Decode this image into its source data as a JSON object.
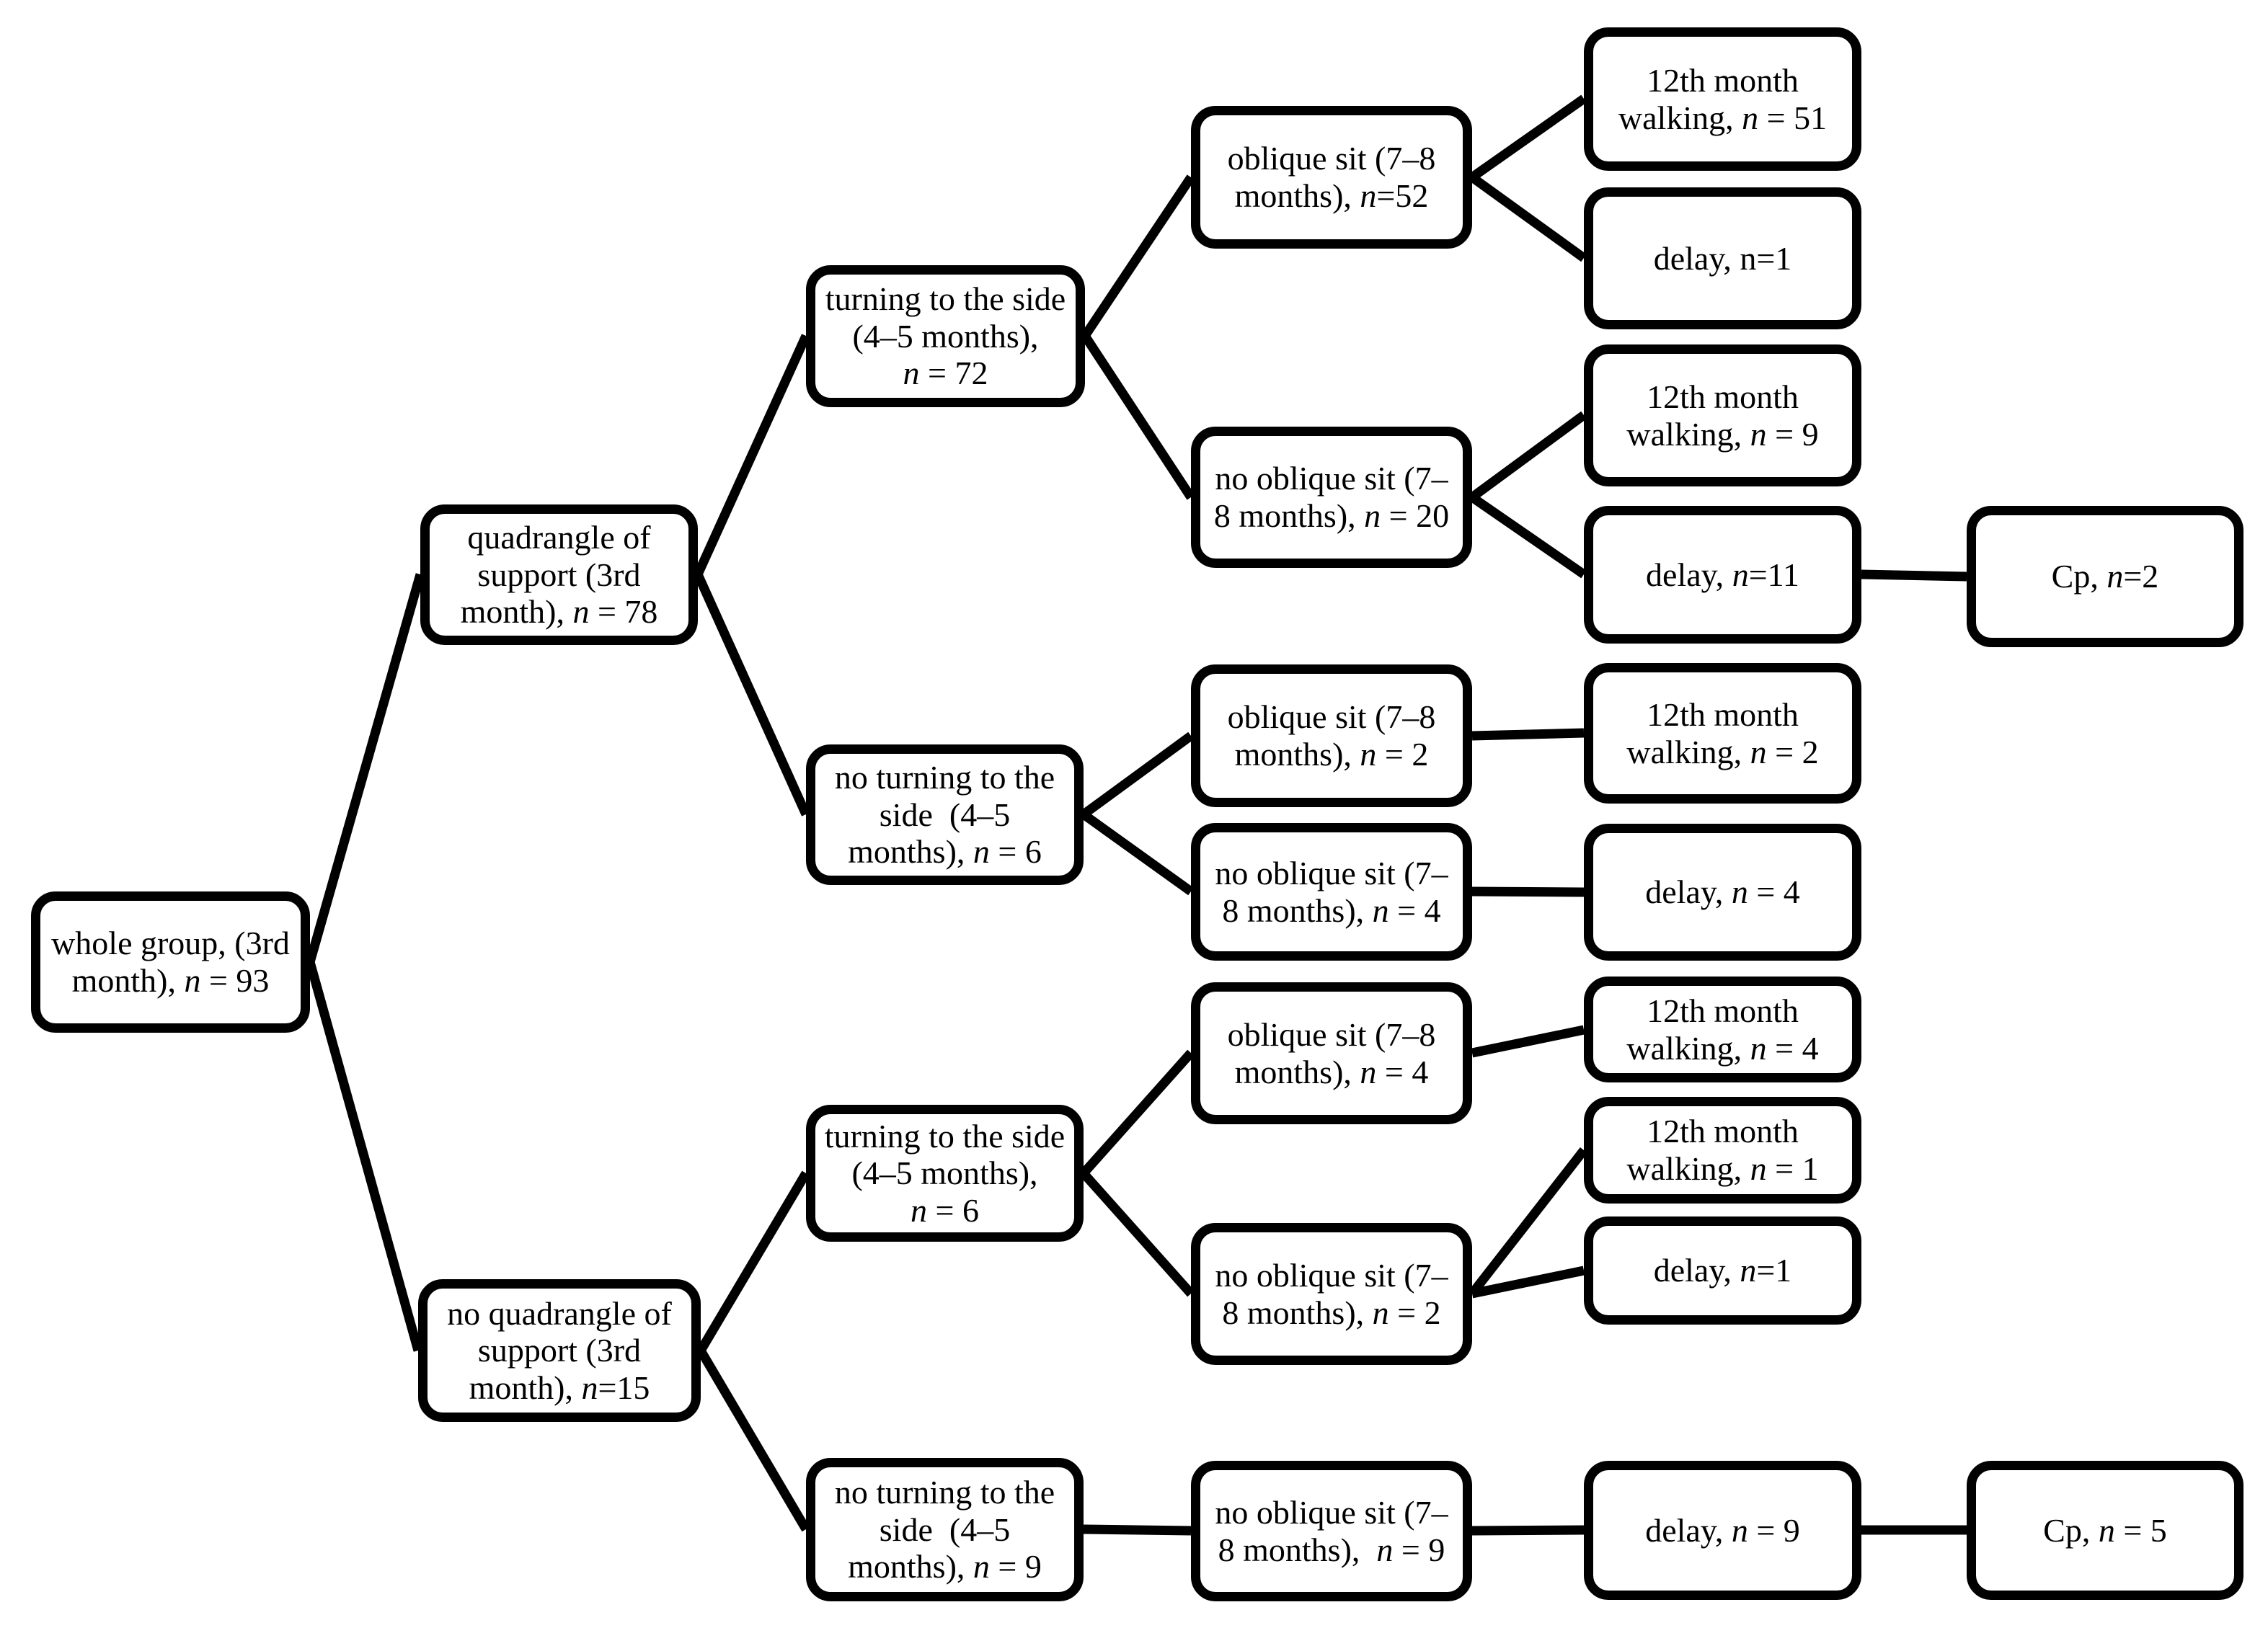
{
  "diagram": {
    "kind": "decision-tree-flowchart",
    "colors": {
      "box_border": "#000000",
      "box_fill": "#ffffff",
      "line": "#000000",
      "text": "#000000"
    },
    "nodes": {
      "root": {
        "lines": [
          "whole group, (3rd",
          "month), *n* = 93"
        ]
      },
      "quad": {
        "lines": [
          "quadrangle of",
          "support (3rd",
          "month), *n* = 78"
        ]
      },
      "noquad": {
        "lines": [
          "no quadrangle of",
          "support (3rd",
          "month), *n*=15"
        ]
      },
      "turning72": {
        "lines": [
          "turning to the side",
          "(4–5 months),",
          "*n* = 72"
        ]
      },
      "noturning6": {
        "lines": [
          "no turning to the",
          "side  (4–5",
          "months), *n* = 6"
        ]
      },
      "turning6": {
        "lines": [
          "turning to the side",
          "(4–5 months),",
          "*n* = 6"
        ]
      },
      "noturning9": {
        "lines": [
          "no turning to the",
          "side  (4–5",
          "months), *n* = 9"
        ]
      },
      "oblique52": {
        "lines": [
          "oblique sit (7–8",
          "months), *n*=52"
        ]
      },
      "nooblique20": {
        "lines": [
          "no oblique sit (7–",
          "8 months), *n* = 20"
        ]
      },
      "oblique2": {
        "lines": [
          "oblique sit (7–8",
          "months), *n* = 2"
        ]
      },
      "nooblique4": {
        "lines": [
          "no oblique sit (7–",
          "8 months), *n* = 4"
        ]
      },
      "oblique4": {
        "lines": [
          "oblique sit (7–8",
          "months), *n* = 4"
        ]
      },
      "nooblique2": {
        "lines": [
          "no oblique sit (7–",
          "8 months), *n* = 2"
        ]
      },
      "nooblique9": {
        "lines": [
          "no oblique sit (7–",
          "8 months),  *n* = 9"
        ]
      },
      "walking51": {
        "lines": [
          "12th month",
          "walking, *n* = 51"
        ]
      },
      "delay1a": {
        "lines": [
          "delay, n=1"
        ]
      },
      "walking9": {
        "lines": [
          "12th month",
          "walking, *n* = 9"
        ]
      },
      "delay11": {
        "lines": [
          "delay, *n*=11"
        ]
      },
      "walking2": {
        "lines": [
          "12th month",
          "walking, *n* = 2"
        ]
      },
      "delay4": {
        "lines": [
          "delay, *n* = 4"
        ]
      },
      "walking4": {
        "lines": [
          "12th month",
          "walking, *n* = 4"
        ]
      },
      "walking1": {
        "lines": [
          "12th month",
          "walking, *n* = 1"
        ]
      },
      "delay1b": {
        "lines": [
          "delay, *n*=1"
        ]
      },
      "delay9": {
        "lines": [
          "delay, *n* = 9"
        ]
      },
      "cp2": {
        "lines": [
          "Cp, *n*=2"
        ]
      },
      "cp5": {
        "lines": [
          "Cp, *n* = 5"
        ]
      }
    },
    "edges": [
      [
        "root",
        "quad"
      ],
      [
        "root",
        "noquad"
      ],
      [
        "quad",
        "turning72"
      ],
      [
        "quad",
        "noturning6"
      ],
      [
        "noquad",
        "turning6"
      ],
      [
        "noquad",
        "noturning9"
      ],
      [
        "turning72",
        "oblique52"
      ],
      [
        "turning72",
        "nooblique20"
      ],
      [
        "noturning6",
        "oblique2"
      ],
      [
        "noturning6",
        "nooblique4"
      ],
      [
        "turning6",
        "oblique4"
      ],
      [
        "turning6",
        "nooblique2"
      ],
      [
        "noturning9",
        "nooblique9"
      ],
      [
        "oblique52",
        "walking51"
      ],
      [
        "oblique52",
        "delay1a"
      ],
      [
        "nooblique20",
        "walking9"
      ],
      [
        "nooblique20",
        "delay11"
      ],
      [
        "oblique2",
        "walking2"
      ],
      [
        "nooblique4",
        "delay4"
      ],
      [
        "oblique4",
        "walking4"
      ],
      [
        "nooblique2",
        "walking1"
      ],
      [
        "nooblique2",
        "delay1b"
      ],
      [
        "nooblique9",
        "delay9"
      ],
      [
        "delay11",
        "cp2"
      ],
      [
        "delay9",
        "cp5"
      ]
    ]
  }
}
